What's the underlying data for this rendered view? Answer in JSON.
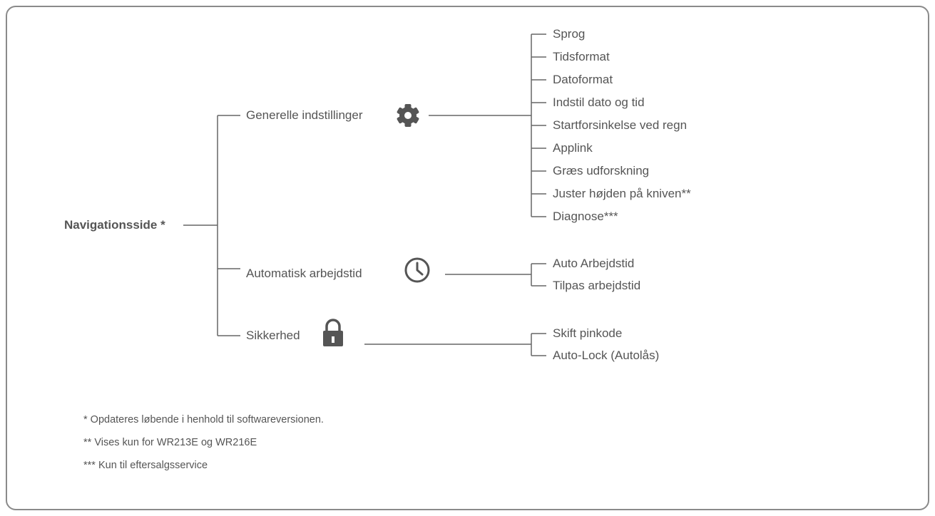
{
  "root": {
    "label": "Navigationsside *"
  },
  "branches": [
    {
      "label": "Generelle indstillinger",
      "icon": "gear-icon",
      "items": [
        "Sprog",
        "Tidsformat",
        "Datoformat",
        "Indstil dato og tid",
        "Startforsinkelse ved regn",
        "Applink",
        "Græs udforskning",
        "Juster højden på kniven**",
        "Diagnose***"
      ]
    },
    {
      "label": "Automatisk arbejdstid",
      "icon": "clock-icon",
      "items": [
        "Auto Arbejdstid",
        "Tilpas arbejdstid"
      ]
    },
    {
      "label": "Sikkerhed",
      "icon": "lock-icon",
      "items": [
        "Skift pinkode",
        "Auto-Lock (Autolås)"
      ]
    }
  ],
  "footnotes": [
    "* Opdateres løbende i henhold til softwareversionen.",
    "** Vises kun for WR213E og WR216E",
    "*** Kun til eftersalgsservice"
  ],
  "colors": {
    "line": "#666666",
    "text": "#555555",
    "icon": "#555555",
    "border": "#8a8a8a"
  }
}
